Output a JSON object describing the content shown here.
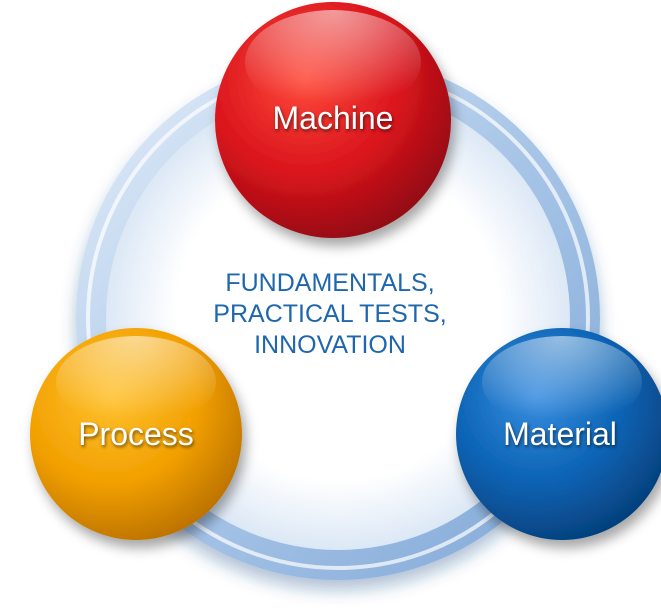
{
  "center": {
    "lines": [
      "FUNDAMENTALS,",
      "PRACTICAL TESTS,",
      "INNOVATION"
    ]
  },
  "nodes": {
    "machine": {
      "label": "Machine",
      "color": "#d9141c"
    },
    "process": {
      "label": "Process",
      "color": "#f2a000"
    },
    "material": {
      "label": "Material",
      "color": "#0a62b3"
    }
  },
  "ring": {
    "color": "#bcd2ec",
    "highlight": "#ffffff"
  },
  "text_color": "#1f67ad"
}
